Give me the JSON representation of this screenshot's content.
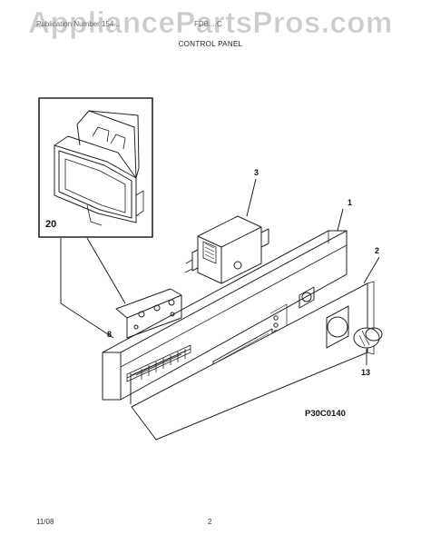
{
  "header": {
    "watermark": "AppliancePartsPros.com",
    "publication_text": "Publication Number 154...",
    "model_text": "FDB....C",
    "section_title": "CONTROL PANEL"
  },
  "diagram": {
    "code": "P30C0140",
    "callouts": {
      "c1": "1",
      "c2": "2",
      "c3": "3",
      "c8": "8",
      "c13": "13",
      "c20": "20"
    }
  },
  "footer": {
    "date": "11/08",
    "page_number": "2"
  },
  "colors": {
    "line": "#222222",
    "watermark": "#8c8c8c",
    "background": "#ffffff"
  }
}
